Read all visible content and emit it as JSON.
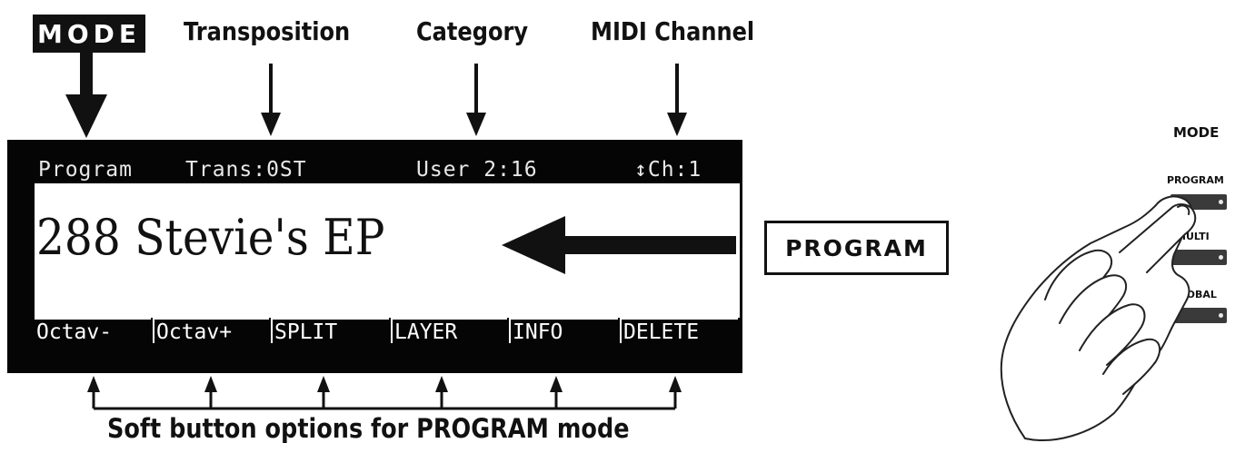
{
  "header_labels": {
    "mode": "MODE",
    "transposition": "Transposition",
    "category": "Category",
    "midi_channel": "MIDI Channel"
  },
  "lcd": {
    "mode": "Program",
    "transposition": "Trans:0ST",
    "category": "User 2:16",
    "channel": "↕Ch:1",
    "program_name": "288 Stevie's EP",
    "soft_buttons": [
      "Octav-",
      "Octav+",
      "SPLIT",
      "LAYER",
      "INFO",
      "DELETE"
    ]
  },
  "program_callout": "PROGRAM",
  "caption": "Soft button options for PROGRAM mode",
  "mode_panel": {
    "title": "MODE",
    "buttons": [
      "PROGRAM",
      "MULTI",
      "GLOBAL"
    ]
  }
}
